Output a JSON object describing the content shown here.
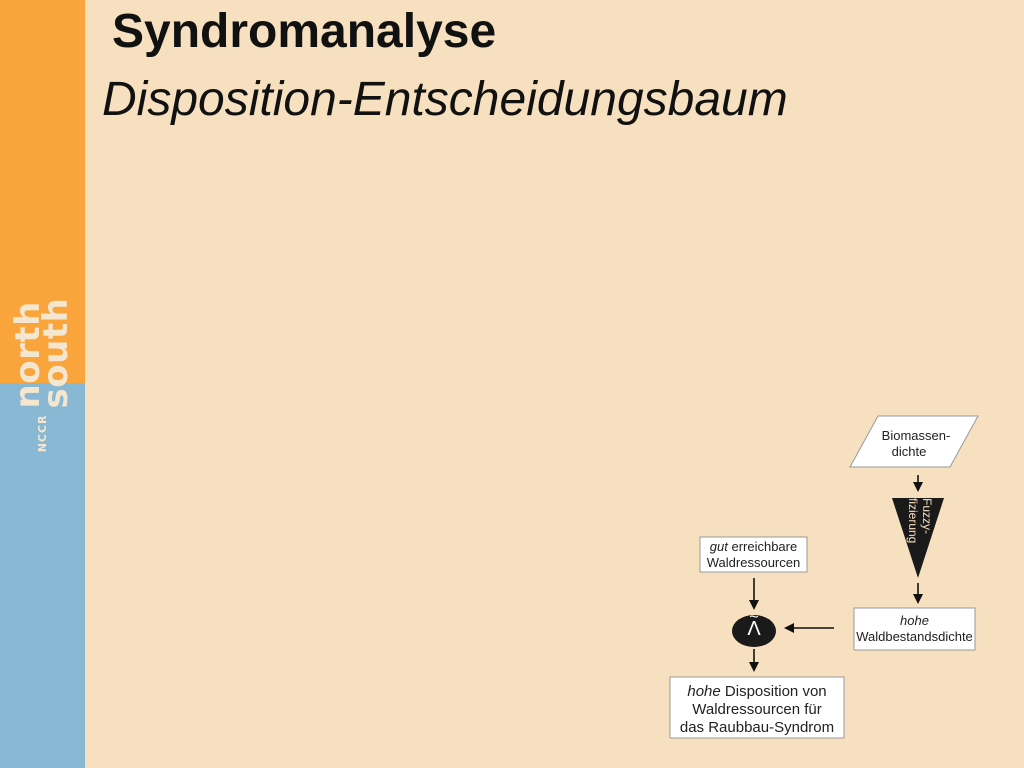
{
  "header": {
    "title": "Syndromanalyse",
    "subtitle": "Disposition-Entscheidungsbaum"
  },
  "logo": {
    "prefix": "NCCR",
    "word1": "north",
    "word2": "south"
  },
  "diagram": {
    "input_parallelogram": {
      "line1": "Biomassen-",
      "line2": "dichte"
    },
    "fuzzy_triangle": {
      "line1": "Fuzzy-",
      "line2": "fizierung"
    },
    "density_box": {
      "italic": "hohe",
      "line2": "Waldbestandsdichte"
    },
    "access_box": {
      "italic": "gut",
      "rest": "erreichbare",
      "line2": "Waldressourcen"
    },
    "operator_circle": {
      "symbol": "Λ",
      "tilde": "~"
    },
    "result_box": {
      "italic": "hohe",
      "rest": "Disposition von",
      "line2": "Waldressourcen für",
      "line3": "das Raubbau-Syndrom"
    }
  },
  "colors": {
    "background": "#f7e0bf",
    "sidebar_orange": "#f9a53b",
    "sidebar_blue": "#88b8d3",
    "logo_text": "#f5e6d0"
  }
}
